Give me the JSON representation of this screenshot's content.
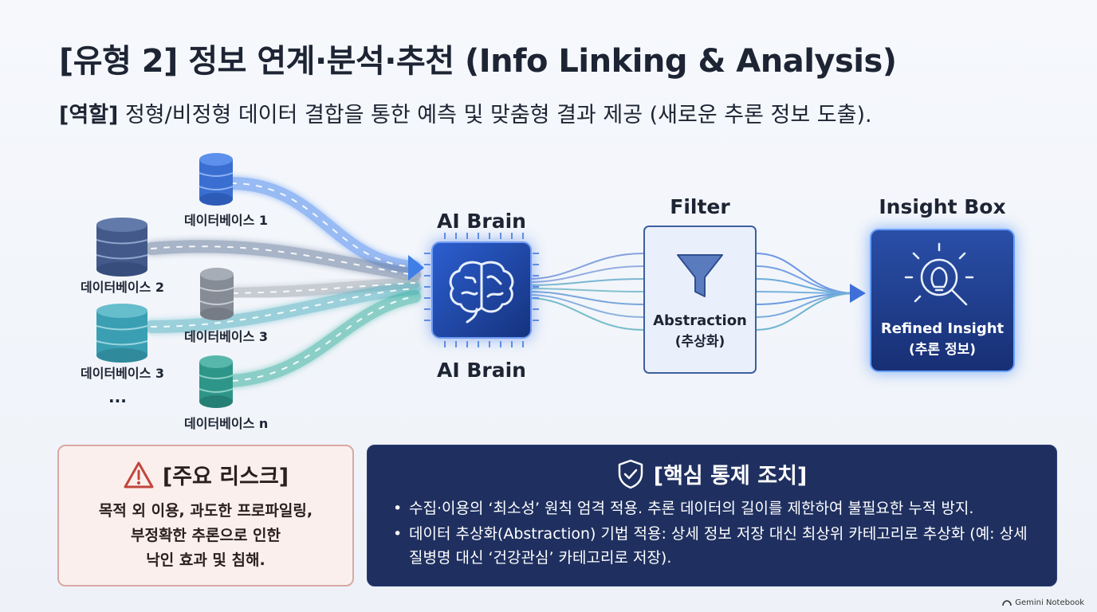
{
  "header": {
    "title": "[유형 2] 정보 연계·분석·추천 (Info Linking & Analysis)",
    "subtitle_role": "[역할]",
    "subtitle_text": " 정형/비정형 데이터 결합을 통한 예측 및 맞춤형 결과 제공 (새로운 추론 정보 도출)."
  },
  "diagram": {
    "databases": {
      "db1": "데이터베이스 1",
      "db2": "데이터베이스 2",
      "db3a": "데이터베이스 3",
      "db3b": "데이터베이스 3",
      "dbn": "데이터베이스 n",
      "ellipsis": "..."
    },
    "ai_brain_top": "AI Brain",
    "ai_brain_bottom": "AI Brain",
    "filter_title": "Filter",
    "filter_label": "Abstraction",
    "filter_sublabel": "(추상화)",
    "insight_title": "Insight Box",
    "insight_label": "Refined Insight",
    "insight_sublabel": "(추론 정보)",
    "colors": {
      "db_blue": "#3f76d8",
      "db_navy": "#46608f",
      "db_gray": "#8a9099",
      "db_teal": "#3aa1b3",
      "db_green": "#2f9a8e",
      "chip": "#1c3f9e",
      "insight": "#1e3a8a"
    }
  },
  "risk": {
    "title": "[주요 리스크]",
    "lines": [
      "목적 외 이용, 과도한 프로파일링,",
      "부정확한 추론으로 인한",
      "낙인 효과 및 침해."
    ]
  },
  "control": {
    "title": "[핵심 통제 조치]",
    "items": [
      "수집·이용의 ‘최소성’ 원칙 엄격 적용. 추론 데이터의 길이를 제한하여 불필요한 누적 방지.",
      "데이터 추상화(Abstraction) 기법 적용: 상세 정보 저장 대신 최상위 카테고리로 추상화 (예: 상세 질병명 대신 ‘건강관심’ 카테고리로 저장)."
    ]
  },
  "footer": {
    "brand": "Gemini Notebook"
  }
}
